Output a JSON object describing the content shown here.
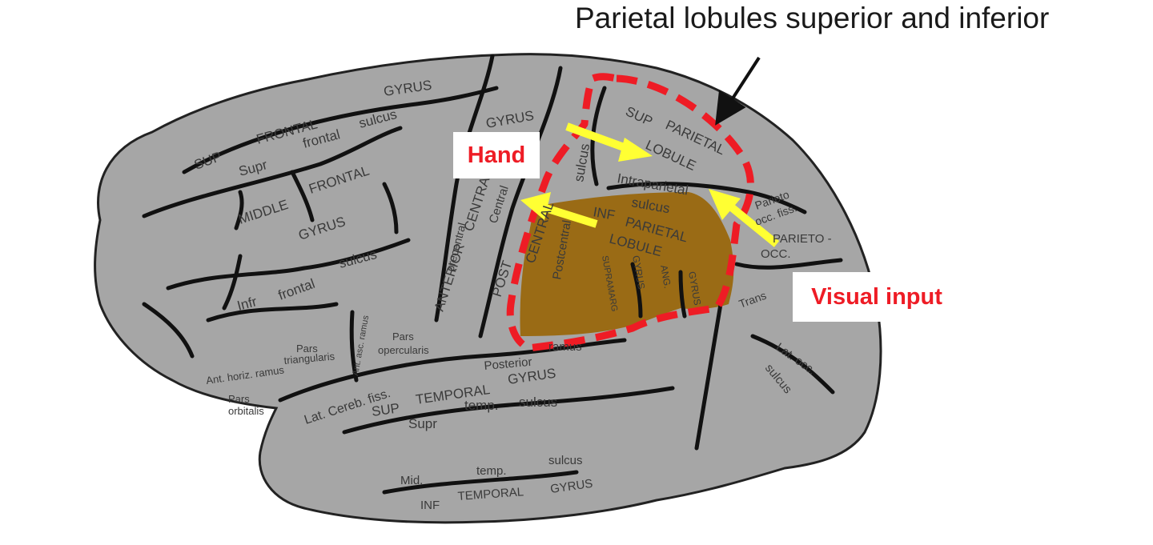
{
  "title": "Parietal lobules superior and inferior",
  "callouts": {
    "hand": "Hand",
    "visual_input": "Visual input"
  },
  "colors": {
    "brain_fill": "#a6a6a6",
    "highlight_fill": "#9a6b15",
    "dashed_outline": "#ee1c25",
    "arrow": "#ffff33",
    "sulcus": "#111111"
  },
  "labels": {
    "sup_frontal": "SUP",
    "frontal_gyrus_1": "FRONTAL",
    "gyrus_top": "GYRUS",
    "supr": "Supr",
    "frontal_small": "frontal",
    "sulcus_1": "sulcus",
    "middle": "MIDDLE",
    "frontal_mid": "FRONTAL",
    "gyrus_mid": "GYRUS",
    "infr": "Infr",
    "frontal_inf": "frontal",
    "sulcus_2": "sulcus",
    "precentral": "precentral",
    "anterior": "ANTERIOR",
    "central_1": "CENTRAL",
    "central_small": "Central",
    "gyrus_central": "GYRUS",
    "post": "POST",
    "central_2": "CENTRAL",
    "sulcus_central": "sulcus",
    "sup_parietal": "SUP",
    "parietal_1": "PARIETAL",
    "lobule_1": "LOBULE",
    "intraparietal": "Intraparietal",
    "sulcus_ip": "sulcus",
    "inf": "INF",
    "parietal_2": "PARIETAL",
    "lobule_2": "LOBULE",
    "postcentral": "Postcentral",
    "supramarg": "SUPRAMARG",
    "gyrus_sm": "GYRUS",
    "ang": "ANG.",
    "gyrus_ang": "GYRUS",
    "parieto": "Parieto",
    "occ_fiss": "occ. fiss.",
    "parieto_occ": "PARIETO -",
    "occ": "OCC.",
    "trans": "Trans",
    "pars_triangularis_1": "Pars",
    "pars_triangularis_2": "triangularis",
    "pars_opercularis_1": "Pars",
    "pars_opercularis_2": "opercularis",
    "ant_horiz_ramus": "Ant. horiz. ramus",
    "pars_orbitalis_1": "Pars",
    "pars_orbitalis_2": "orbitalis",
    "ant_asc_ramus": "Ant. asc. ramus",
    "lat_cereb_fiss": "Lat. Cereb. fiss.",
    "posterior": "Posterior",
    "ramus": "ramus",
    "sup_temporal_1": "SUP",
    "temporal_1": "TEMPORAL",
    "gyrus_temp": "GYRUS",
    "supr_temp": "Supr",
    "temp_1": "temp.",
    "sulcus_temp": "sulcus",
    "mid": "Mid.",
    "temp_2": "temp.",
    "sulcus_mid": "sulcus",
    "inf_temporal": "INF",
    "temporal_2": "TEMPORAL",
    "gyrus_inf": "GYRUS",
    "lat_occ": "Lat. occ.",
    "sulcus_occ": "sulcus"
  }
}
